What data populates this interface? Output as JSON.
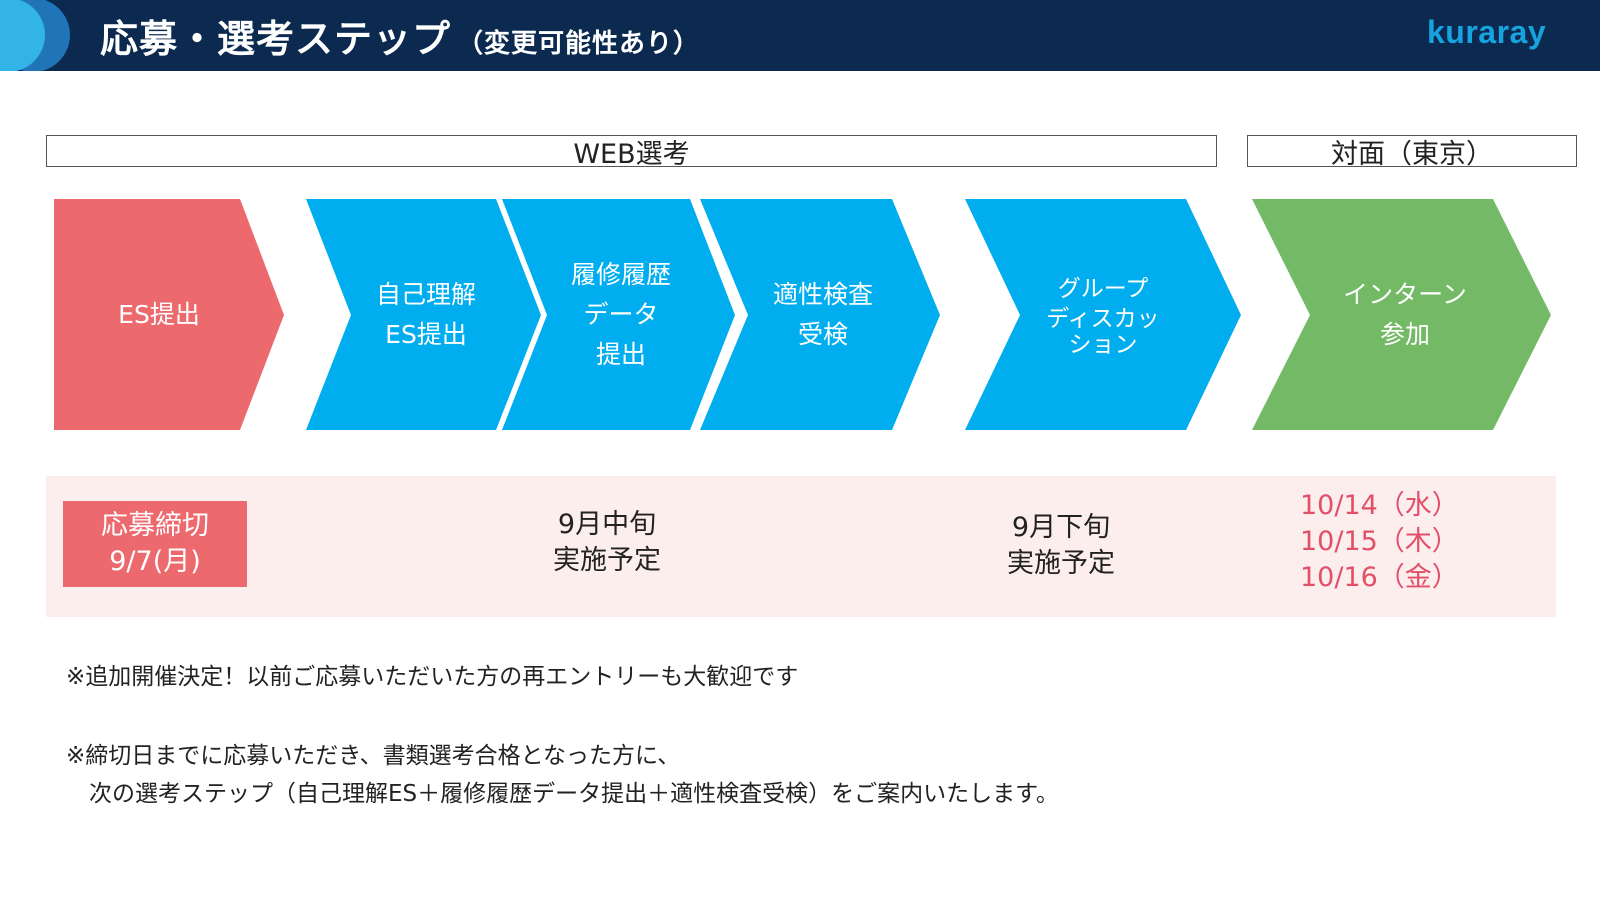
{
  "header": {
    "title": "応募・選考ステップ",
    "subtitle": "（変更可能性あり）",
    "logo_text": "kuraray"
  },
  "phases": {
    "web_label": "WEB選考",
    "onsite_label": "対面（東京）"
  },
  "steps": [
    {
      "lines": [
        "ES提出"
      ],
      "color": "#ec6a6e"
    },
    {
      "lines": [
        "自己理解",
        "ES提出"
      ],
      "color": "#00aeef"
    },
    {
      "lines": [
        "履修履歴",
        "データ",
        "提出"
      ],
      "color": "#00aeef"
    },
    {
      "lines": [
        "適性検査",
        "受検"
      ],
      "color": "#00aeef"
    },
    {
      "lines": [
        "グループ",
        "ディスカッ",
        "ション"
      ],
      "color": "#00aeef"
    },
    {
      "lines": [
        "インターン",
        "参加"
      ],
      "color": "#73b966"
    }
  ],
  "schedule": {
    "deadline": [
      "応募締切",
      "9/7(月)"
    ],
    "mid": [
      "9月中旬",
      "実施予定"
    ],
    "late": [
      "9月下旬",
      "実施予定"
    ],
    "intern_dates": [
      "10/14（水）",
      "10/15（木）",
      "10/16（金）"
    ]
  },
  "notes": [
    "※追加開催決定！以前ご応募いただいた方の再エントリーも大歓迎です",
    "※締切日までに応募いただき、書類選考合格となった方に、",
    "　次の選考ステップ（自己理解ES＋履修履歴データ提出＋適性検査受検）をご案内いたします。"
  ],
  "colors": {
    "header_bg": "#0c2a4f",
    "accent_blue": "#00aeef",
    "accent_red": "#ec6a6e",
    "accent_green": "#73b966",
    "schedule_bg": "#fdeeee",
    "date_text": "#e14f68"
  }
}
